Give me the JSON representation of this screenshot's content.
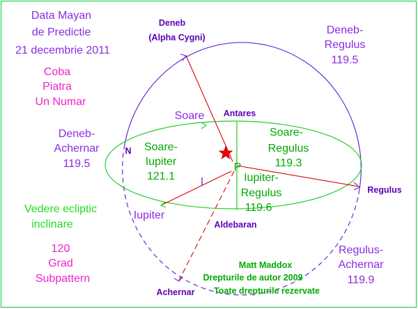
{
  "colors": {
    "sphere": "#6a28d6",
    "ecliptic": "#22cc22",
    "lines": "#dd0000",
    "star": "#ee0000",
    "frame": "#00cc33",
    "purple_text": "#8b2be2",
    "magenta_text": "#ee22cc",
    "green_text": "#22dd22"
  },
  "title_lines": [
    "Data Mayan",
    "de Predictie",
    "21 decembrie 2011"
  ],
  "coba_lines": [
    "Coba",
    "Piatra",
    "Un Numar"
  ],
  "vedere_lines": [
    "Vedere ecliptic",
    "inclinare"
  ],
  "grad_lines": [
    "120",
    "Grad",
    "Subpattern"
  ],
  "deneb_label_lines": [
    "Deneb",
    "(Alpha Cygni)"
  ],
  "deneb_regulus_lines": [
    "Deneb-",
    "Regulus",
    "119.5"
  ],
  "deneb_achernar_lines": [
    "Deneb-",
    "Achernar",
    "119.5"
  ],
  "regulus_achernar_lines": [
    "Regulus-",
    "Achernar",
    "119.9"
  ],
  "soare_iupiter_lines": [
    "Soare-",
    "Iupiter",
    "121.1"
  ],
  "soare_regulus_lines": [
    "Soare-",
    "Regulus",
    "119.3"
  ],
  "iupiter_regulus_lines": [
    "Iupiter-",
    "Regulus",
    "119.6"
  ],
  "copyright_lines": [
    "Matt Maddox",
    "Drepturile de autor 2009",
    "Toate drepturile rezervate"
  ],
  "labels": {
    "soare": "Soare",
    "antares": "Antares",
    "regulus": "Regulus",
    "iupiter": "Iupiter",
    "aldebaran": "Aldebaran",
    "achernar": "Achernar",
    "n": "N",
    "p": "P",
    "i": "I"
  }
}
